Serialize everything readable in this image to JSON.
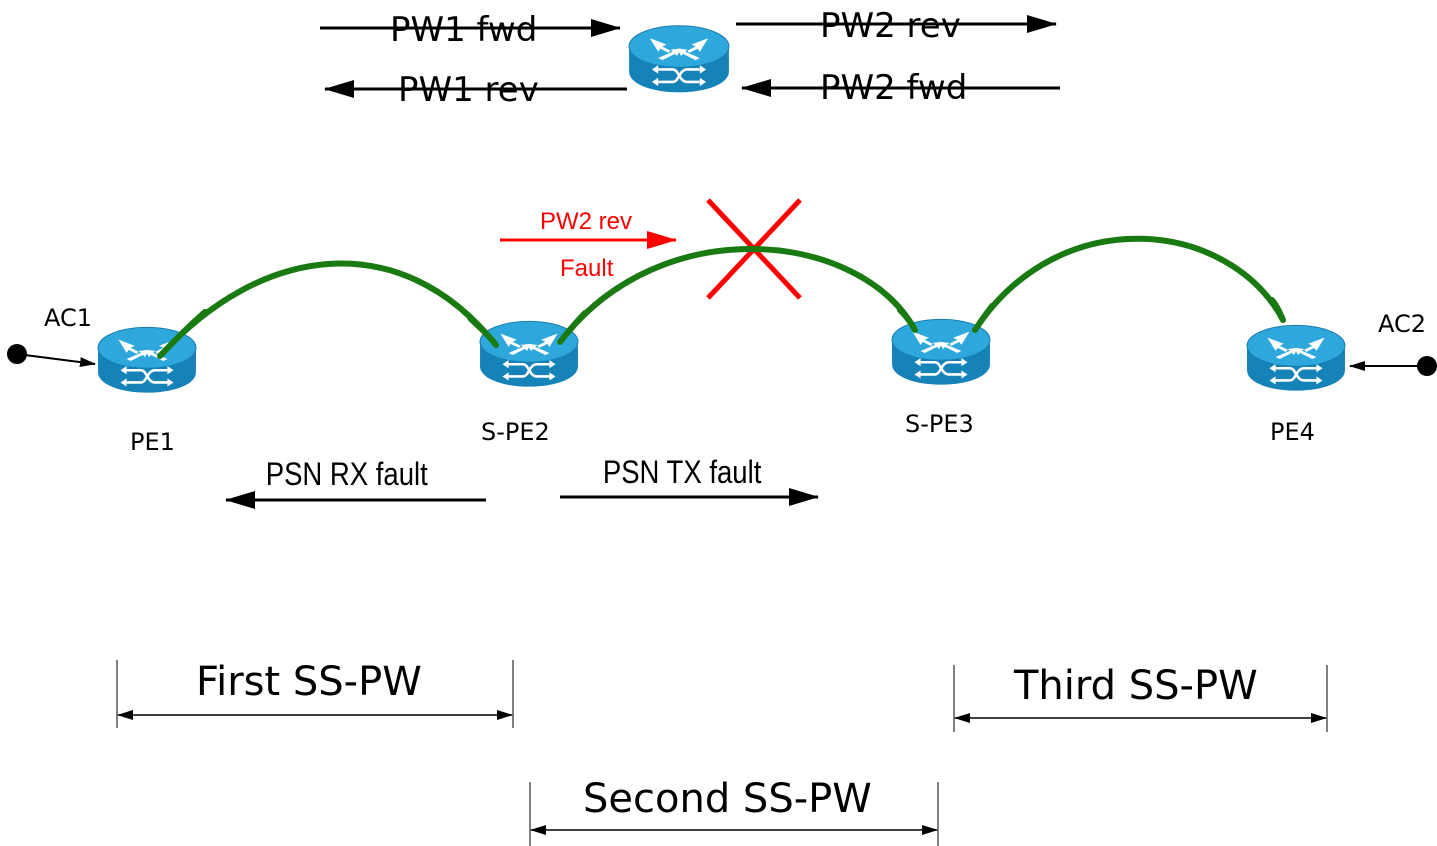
{
  "legend": {
    "pw1_fwd": "PW1 fwd",
    "pw1_rev": "PW1 rev",
    "pw2_rev": "PW2 rev",
    "pw2_fwd": "PW2 fwd"
  },
  "fault": {
    "label_top": "PW2 rev",
    "label_bottom": "Fault",
    "color": "#ff0000"
  },
  "nodes": {
    "pe1": "PE1",
    "spe2": "S-PE2",
    "spe3": "S-PE3",
    "pe4": "PE4"
  },
  "attachment": {
    "ac1": "AC1",
    "ac2": "AC2"
  },
  "psn": {
    "rx": "PSN RX fault",
    "tx": "PSN TX fault"
  },
  "segments": {
    "first": "First SS-PW",
    "second": "Second SS-PW",
    "third": "Third SS-PW"
  },
  "colors": {
    "pw_link": "#1a7a12",
    "router_body": "#1a8fc4",
    "router_top": "#2aa6d8",
    "router_dark": "#0d6a99"
  },
  "icons": {
    "router": "router-icon"
  }
}
